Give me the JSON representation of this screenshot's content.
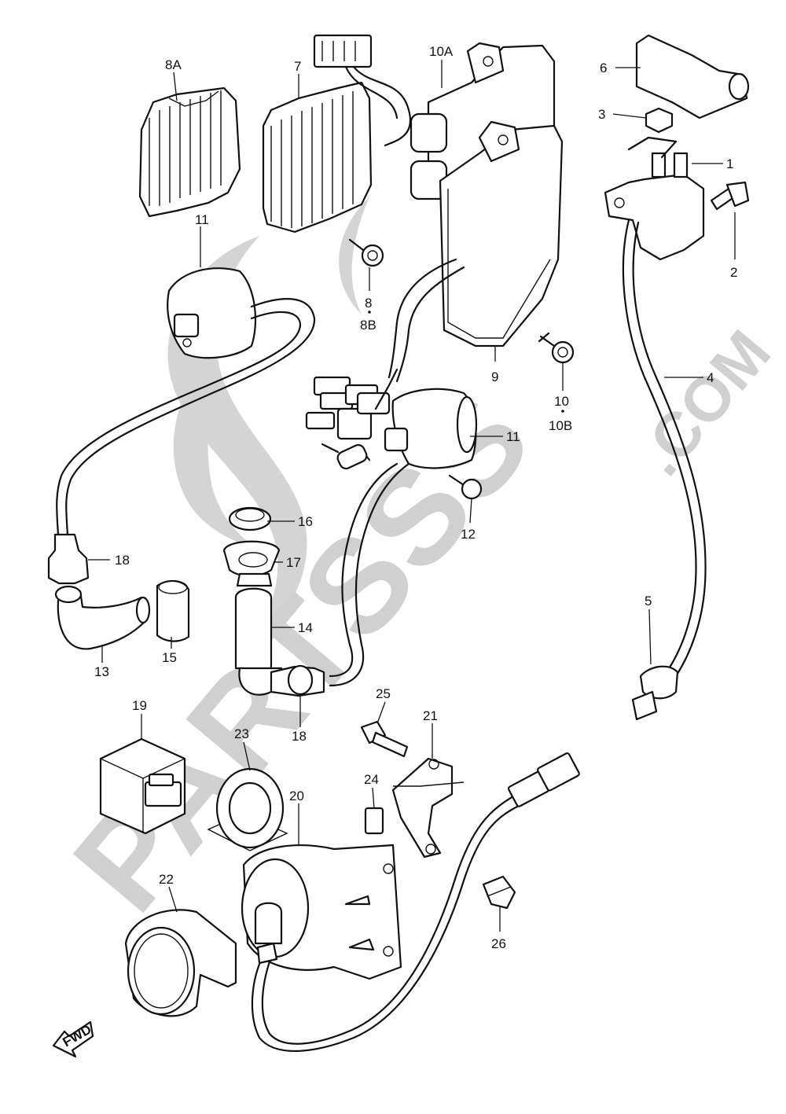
{
  "watermark": {
    "text": "PARTSSS",
    "suffix": ".COM"
  },
  "fwd_marker": {
    "label": "FWD"
  },
  "callouts": {
    "c1": "1",
    "c2": "2",
    "c3": "3",
    "c4": "4",
    "c5": "5",
    "c6": "6",
    "c7": "7",
    "c8": "8",
    "c8b": "8B",
    "c8a": "8A",
    "c9": "9",
    "c10": "10",
    "c10b": "10B",
    "c10a": "10A",
    "c11a": "11",
    "c11b": "11",
    "c12": "12",
    "c13": "13",
    "c14": "14",
    "c15": "15",
    "c16": "16",
    "c17": "17",
    "c18a": "18",
    "c18b": "18",
    "c19": "19",
    "c20": "20",
    "c21": "21",
    "c22": "22",
    "c23": "23",
    "c24": "24",
    "c25": "25",
    "c26": "26"
  }
}
